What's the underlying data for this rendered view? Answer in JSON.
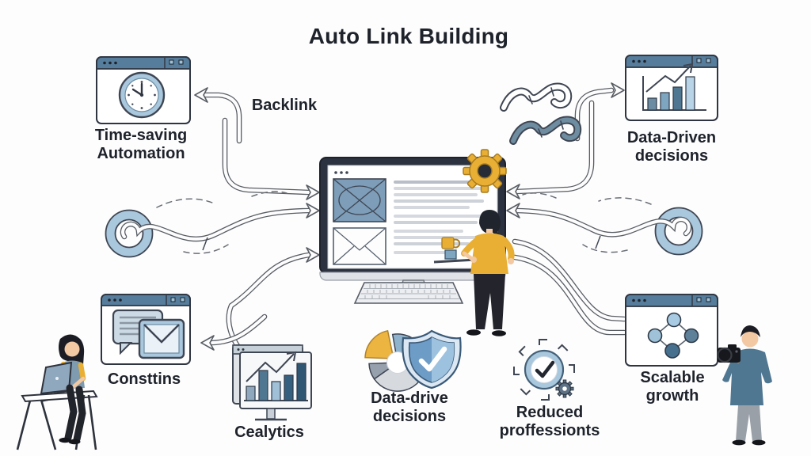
{
  "title": "Auto Link Building",
  "labels": {
    "backlink": "Backlink",
    "time_saving": "Time-saving Automation",
    "data_driven": "Data-Driven decisions",
    "messaging": "Consttins",
    "analytics": "Cealytics",
    "data_drive": "Data-drive decisions",
    "reduced": "Reduced proffessionts",
    "scalable": "Scalable growth"
  },
  "icons": {
    "time_saving": "browser-clock-icon",
    "data_driven": "browser-bar-chart-icon",
    "messaging": "browser-chat-mail-icon",
    "analytics": "presentation-chart-icon",
    "data_drive": "pie-shield-check-icon",
    "reduced": "target-check-gear-icon",
    "scalable": "browser-network-icon",
    "chain": "chain-links-icon",
    "left_ring": "ring-flow-icon",
    "right_ring": "ring-flow-icon",
    "center": "monitor-webpage-icon",
    "gear": "gear-icon"
  },
  "colors": {
    "titlebar_blue": "#567d9b",
    "light_blue": "#a9c7dd",
    "mid_blue": "#7fa6c0",
    "slate_blue": "#4f7791",
    "yellow": "#e9af35",
    "ink": "#1e222b",
    "monitor_bezel": "#2c3240",
    "teal_shirt": "#4f7791"
  }
}
